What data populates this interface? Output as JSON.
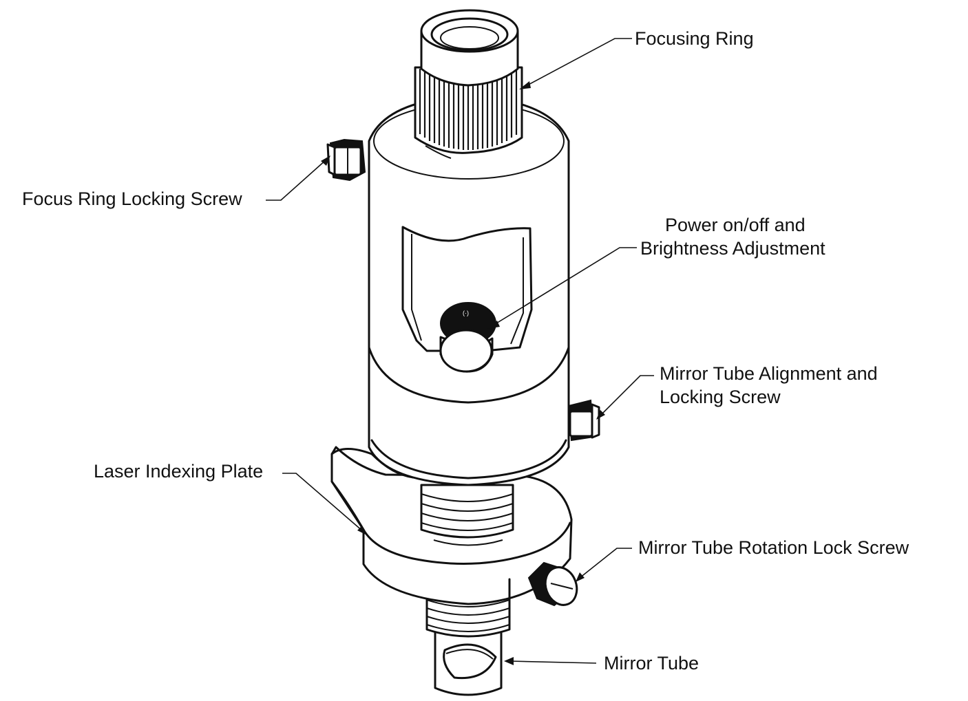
{
  "labels": {
    "focusing_ring": "Focusing Ring",
    "focus_ring_locking_screw": "Focus Ring Locking Screw",
    "power_line1": "Power on/off and",
    "power_line2": "Brightness Adjustment",
    "mirror_align_line1": "Mirror Tube Alignment and",
    "mirror_align_line2": "Locking Screw",
    "laser_indexing_plate": "Laser Indexing Plate",
    "mirror_tube_rotation_lock_screw": "Mirror Tube Rotation Lock Screw",
    "mirror_tube": "Mirror Tube"
  },
  "colors": {
    "line": "#111111",
    "background": "#ffffff"
  }
}
